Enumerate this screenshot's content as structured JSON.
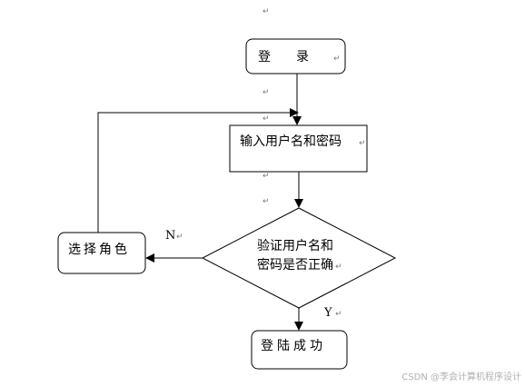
{
  "nodes": {
    "login": "登　　录",
    "input_credentials": "输入用户名和密码",
    "verify_line1": "验证用户名和",
    "verify_line2": "密码是否正确",
    "choose_role": "选择角色",
    "login_success": "登陆成功"
  },
  "labels": {
    "no": "N",
    "yes": "Y"
  },
  "paragraph_mark": "↵",
  "watermark": "CSDN @李会计算机程序设计"
}
